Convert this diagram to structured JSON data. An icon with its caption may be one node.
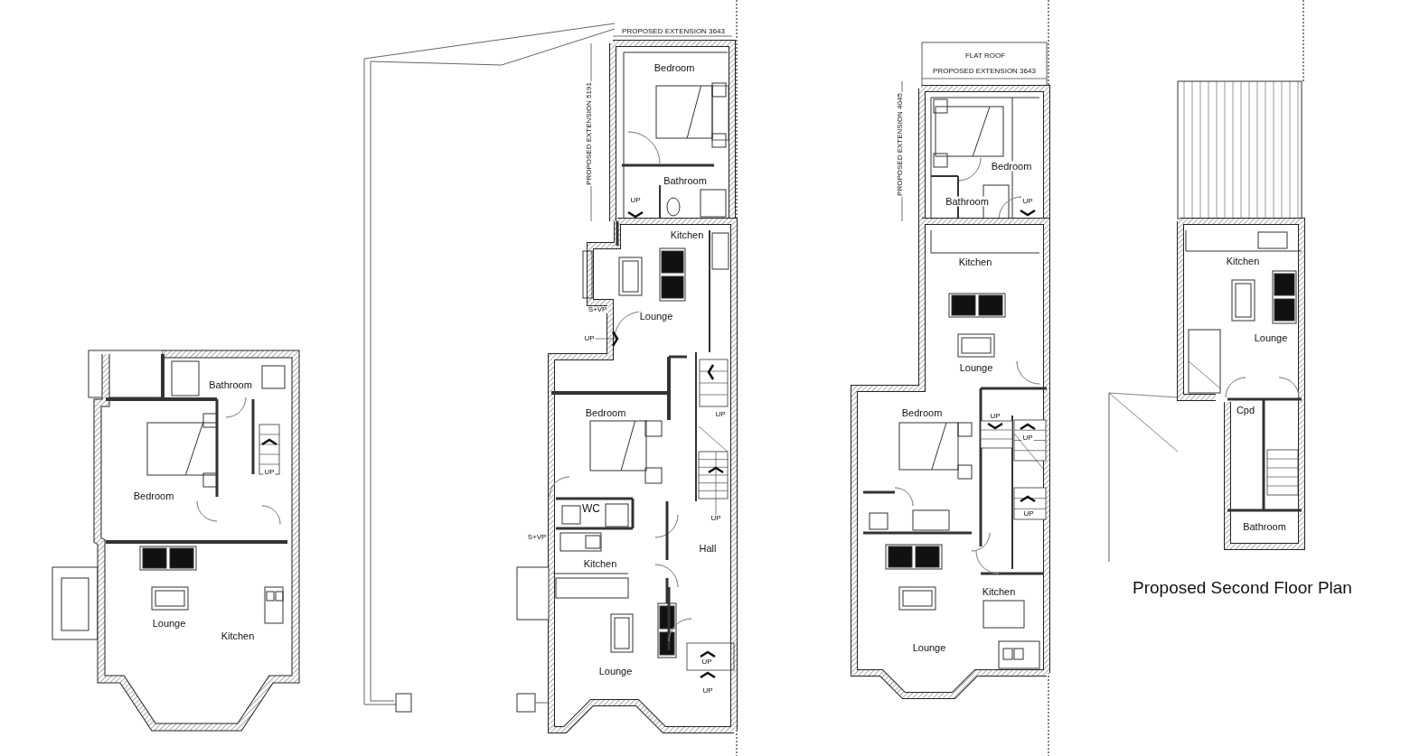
{
  "diagram": {
    "caption": "Proposed Second Floor Plan",
    "labels": [
      "Bathroom",
      "UP",
      "Bedroom",
      "Lounge",
      "Kitchen",
      "PROPOSED EXTENSION 3643",
      "PROPOSED EXTENSION 5191",
      "Bedroom",
      "Bathroom",
      "UP",
      "Kitchen",
      "S+VP",
      "Lounge",
      "UP",
      "UP",
      "Bedroom",
      "UP",
      "WC",
      "S+VP",
      "Hall",
      "Kitchen",
      "Lounge",
      "UP",
      "UP",
      "FLAT ROOF",
      "PROPOSED EXTENSION 3643",
      "PROPOSED EXTENSION 4045",
      "Bedroom",
      "Bathroom",
      "UP",
      "Kitchen",
      "Lounge",
      "Bedroom",
      "UP",
      "UP",
      "UP",
      "Kitchen",
      "Lounge",
      "Kitchen",
      "Lounge",
      "Cpd",
      "Bathroom"
    ]
  }
}
